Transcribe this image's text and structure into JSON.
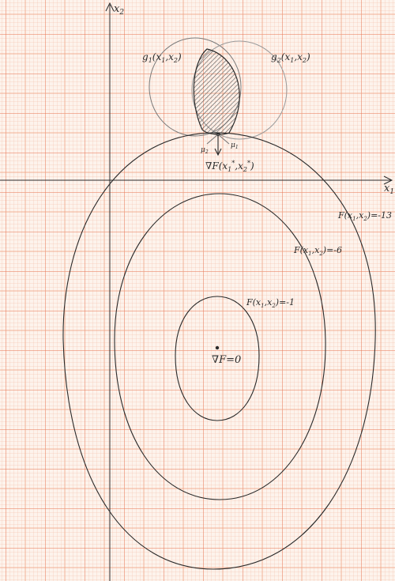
{
  "colors": {
    "paper": "#fdf3ec",
    "grid_minor": "#f3b8a0",
    "grid_major": "#e8724e",
    "ink": "#2a2a2a",
    "pencil": "#7a7a7a",
    "hatch": "#555555"
  },
  "labels": {
    "axis_x1": "x",
    "axis_x1_sub": "1",
    "axis_x2": "x",
    "axis_x2_sub": "2",
    "g1": "g",
    "g1_sub": "1",
    "g1_args": "(x",
    "g1_args_sub1": "1",
    "g1_args_mid": ",x",
    "g1_args_sub2": "2",
    "g1_args_end": ")",
    "g2": "g",
    "g2_sub": "2",
    "g2_args": "(x",
    "g2_args_sub1": "1",
    "g2_args_mid": ",x",
    "g2_args_sub2": "2",
    "g2_args_end": ")",
    "grad_opt": "∇F(x",
    "grad_opt_sub1": "1",
    "grad_opt_sup1": "*",
    "grad_opt_mid": ",x",
    "grad_opt_sub2": "2",
    "grad_opt_sup2": "*",
    "grad_opt_end": ")",
    "mu2": "μ",
    "mu2_sub": "2",
    "mu1": "μ",
    "mu1_sub": "1",
    "center": "∇F=0",
    "contour_13": "F(x",
    "contour_13_sub1": "1",
    "contour_13_mid": ",x",
    "contour_13_sub2": "2",
    "contour_13_end": ")=-13",
    "contour_6": "F(x",
    "contour_6_sub1": "1",
    "contour_6_mid": ",x",
    "contour_6_sub2": "2",
    "contour_6_end": ")=-6",
    "contour_1": "F(x",
    "contour_1_sub1": "1",
    "contour_1_mid": ",x",
    "contour_1_sub2": "2",
    "contour_1_end": ")=-1"
  }
}
